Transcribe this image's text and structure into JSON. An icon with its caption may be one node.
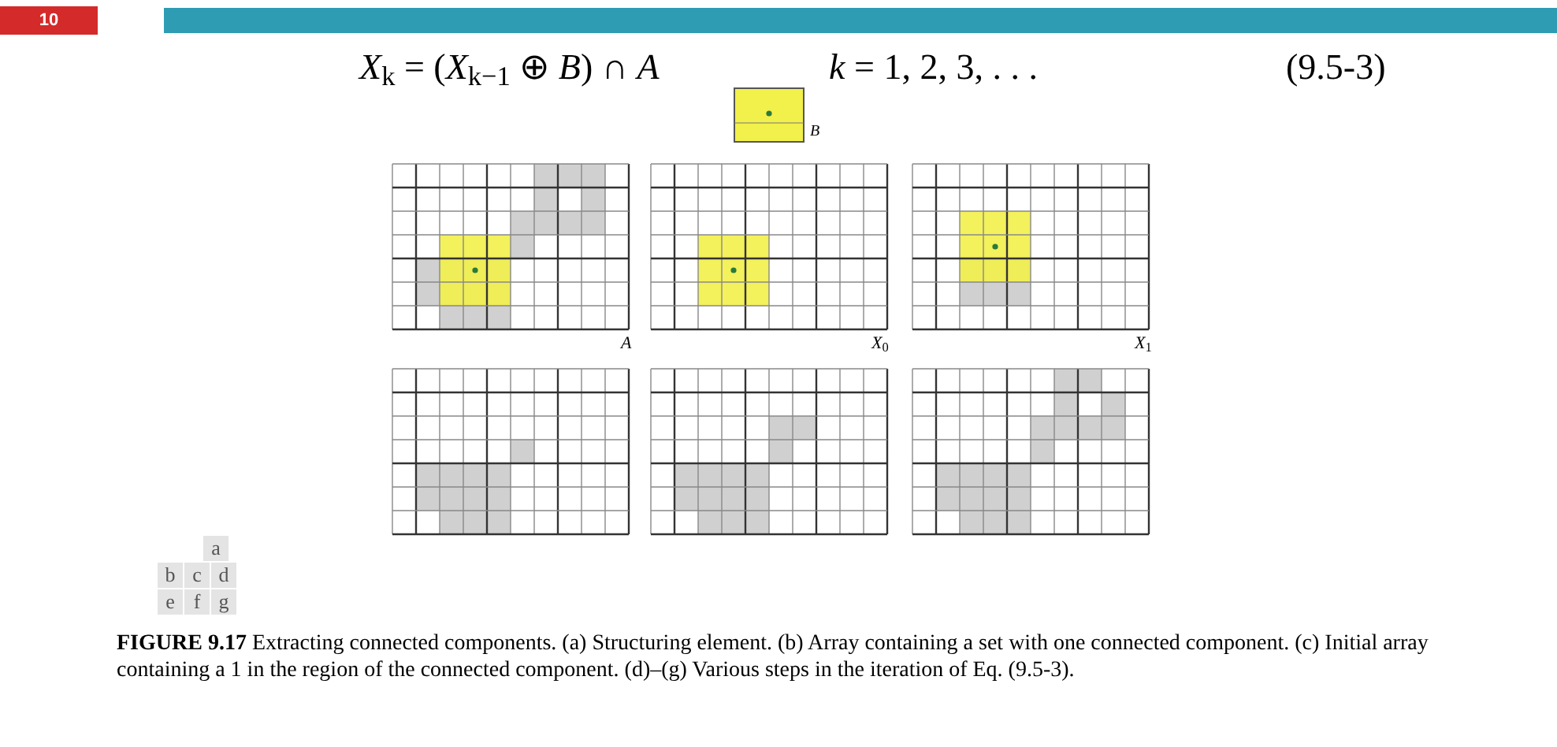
{
  "diagram": {
    "labels": [
      "10",
      "*X*$_{k}$ = (*X*$_{k−1}$ ⊕ *B*) ∩ *A*",
      "*k* = 1, 2, 3, . . .",
      "(9.5-3)",
      "*B*",
      "*A*",
      "*X*$_{0}$",
      "*X*$_{1}$",
      "a",
      "b",
      "c",
      "d",
      "e",
      "f",
      "g"
    ],
    "caption": "**FIGURE 9.17** Extracting connected components. (a) Structuring element. (b) Array containing a set with one connected component. (c) Initial array containing a 1 in the region of the connected component. (d)–(g) Various steps in the iteration of Eq. (9.5-3)."
  }
}
